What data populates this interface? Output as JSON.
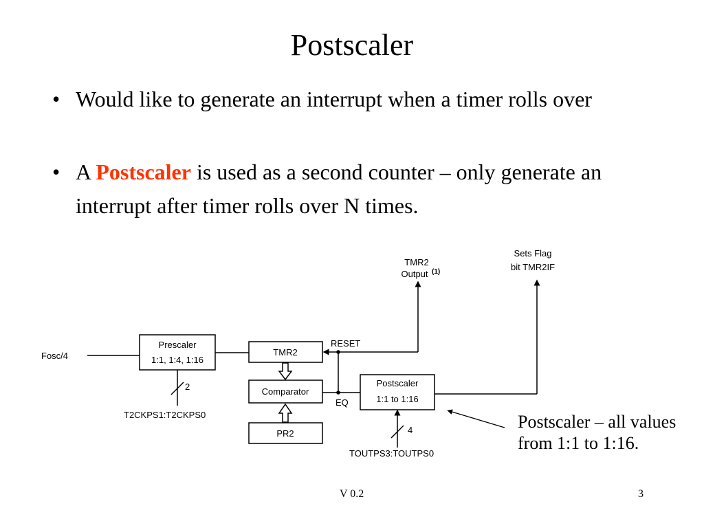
{
  "slide": {
    "title": "Postscaler",
    "bullets": [
      {
        "text": "Would like to generate an interrupt when a timer rolls over"
      },
      {
        "prefix": "A ",
        "highlight": "Postscaler",
        "suffix": " is used as a second counter – only generate an interrupt after timer rolls over N times."
      }
    ],
    "note": "Postscaler – all values from 1:1 to 1:16.",
    "footer": "V 0.2",
    "page_number": "3",
    "highlight_color": "#ff3300"
  },
  "diagram": {
    "fosc": "Fosc/4",
    "prescaler_title": "Prescaler",
    "prescaler_ratios": "1:1, 1:4, 1:16",
    "prescaler_bus_width": "2",
    "prescaler_bits": "T2CKPS1:T2CKPS0",
    "tmr2": "TMR2",
    "comparator": "Comparator",
    "pr2": "PR2",
    "reset": "RESET",
    "eq": "EQ",
    "postscaler_title": "Postscaler",
    "postscaler_ratios": "1:1 to 1:16",
    "postscaler_bus_width": "4",
    "postscaler_bits": "TOUTPS3:TOUTPS0",
    "tmr2_output_line1": "TMR2",
    "tmr2_output_line2": "Output",
    "tmr2_output_note": "(1)",
    "flag_line1": "Sets Flag",
    "flag_line2": "bit TMR2IF"
  }
}
